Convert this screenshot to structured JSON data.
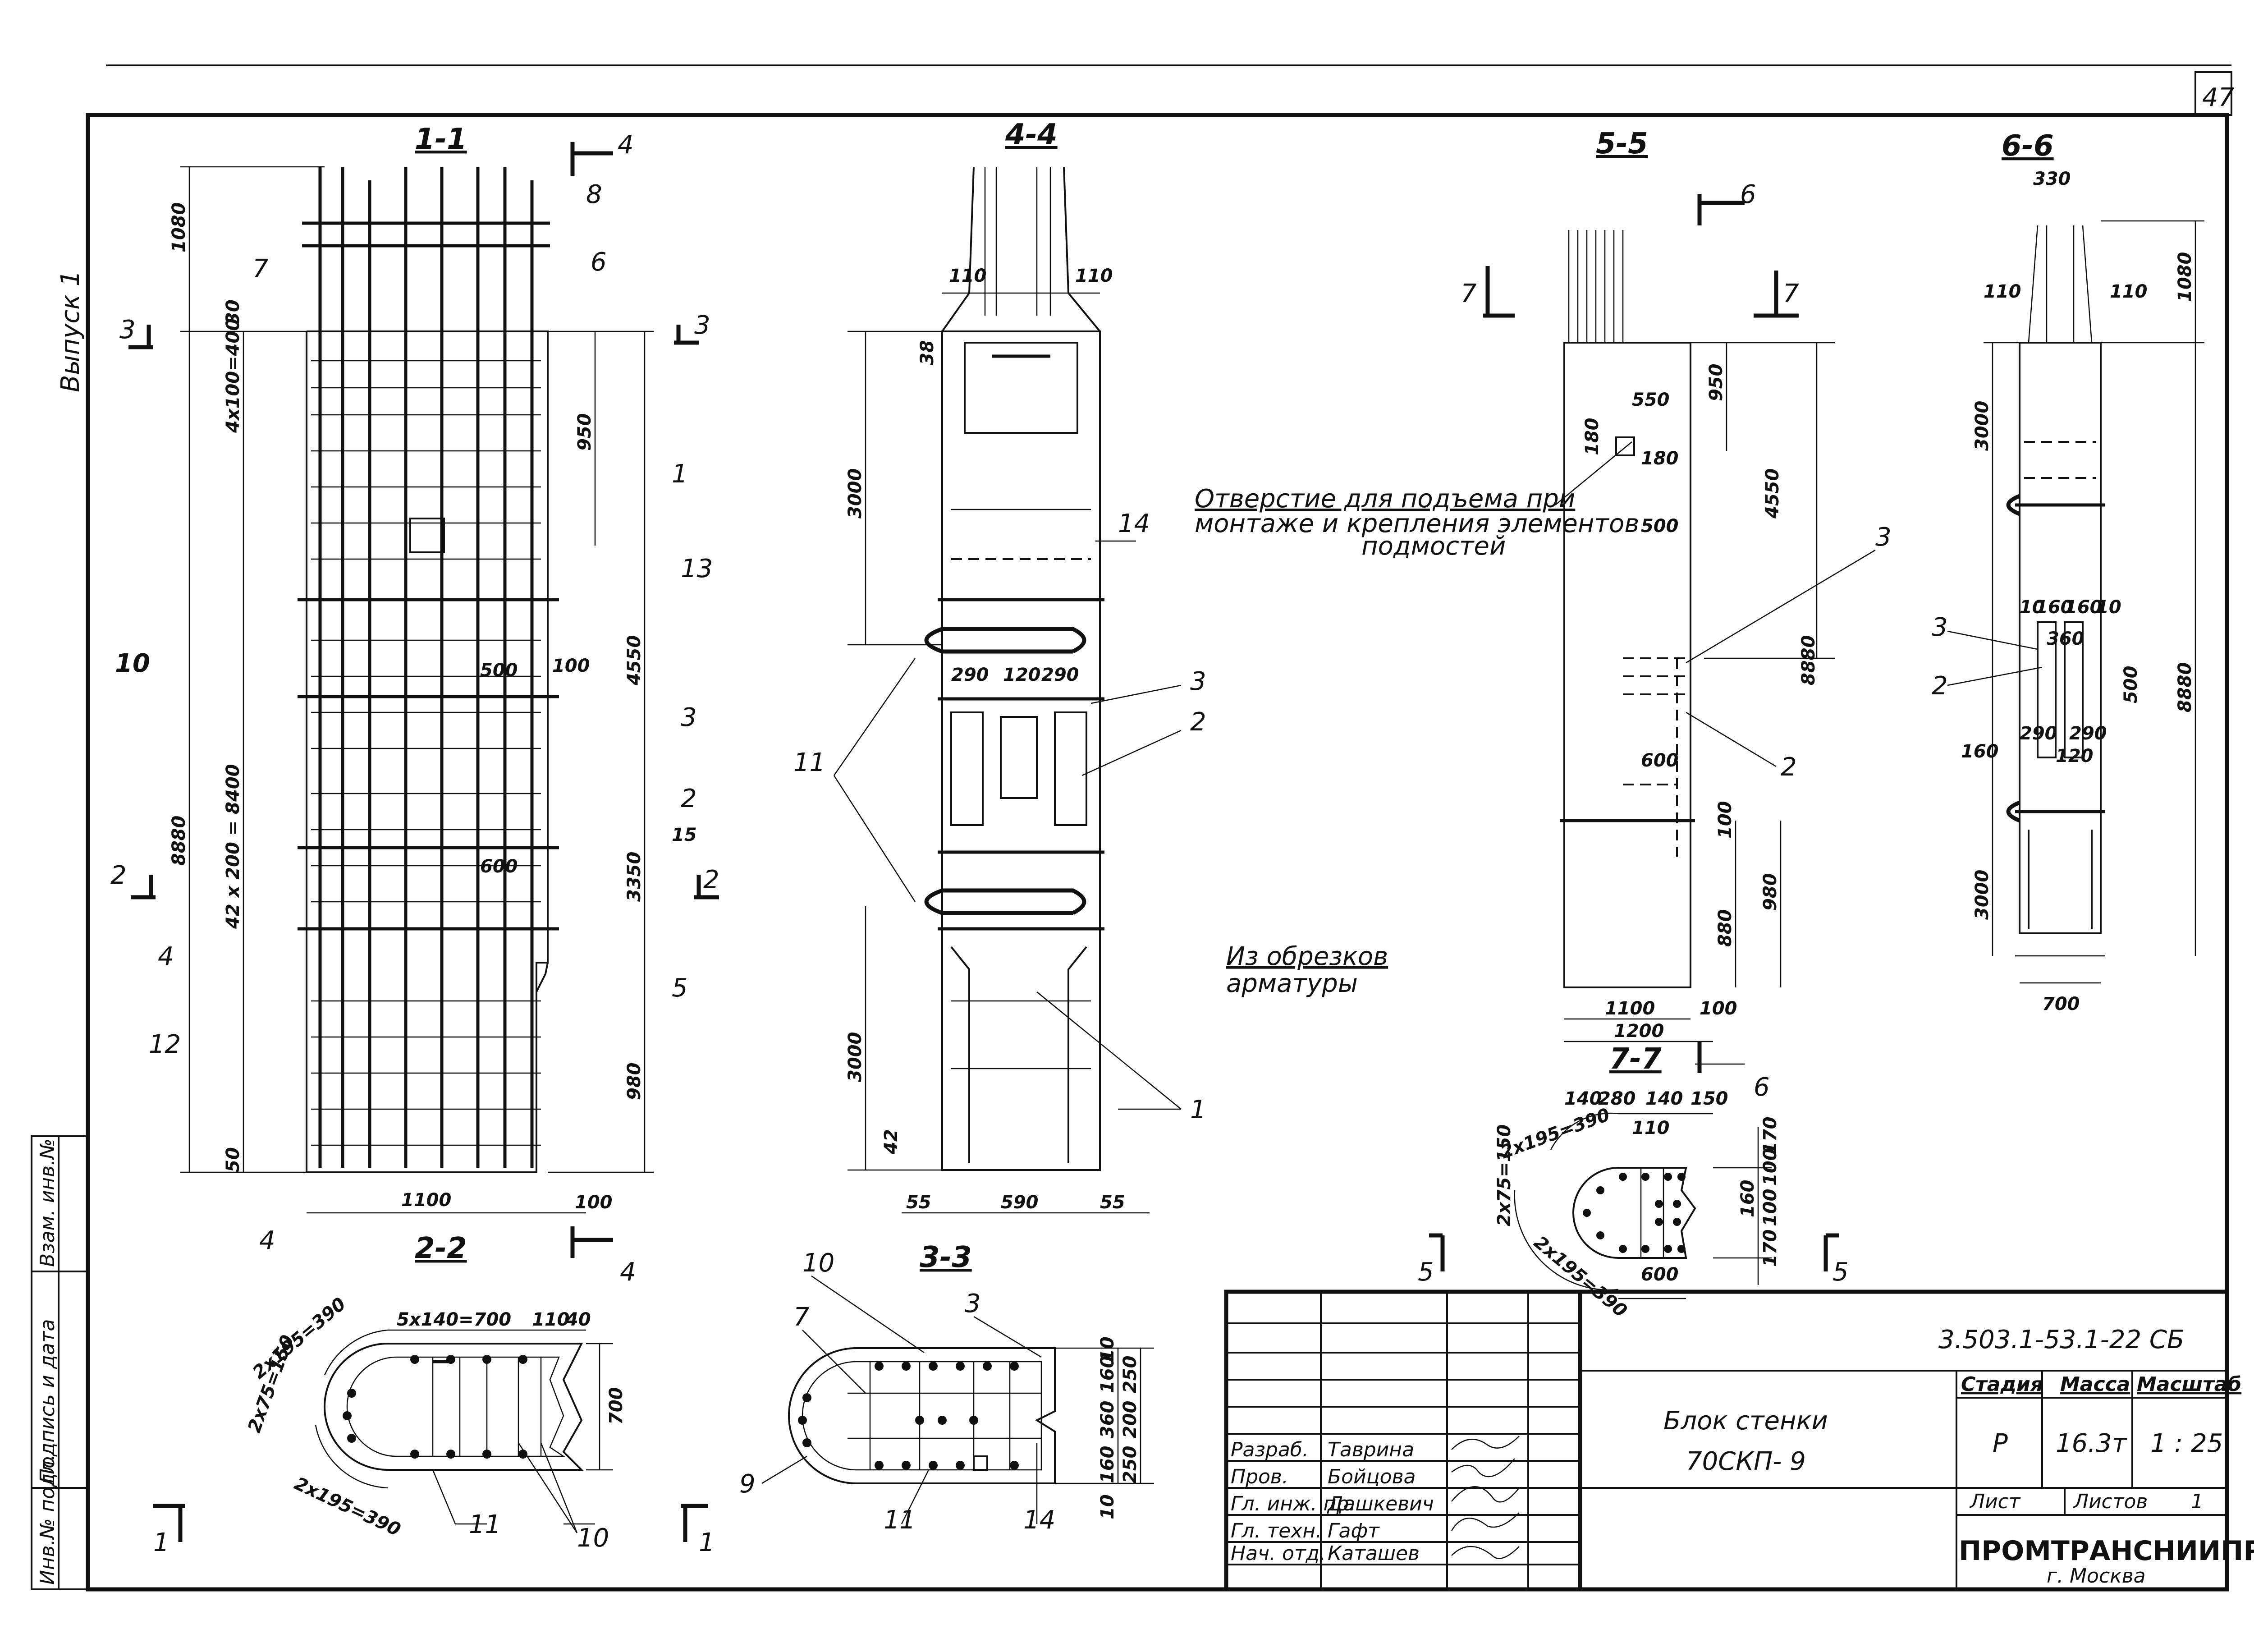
{
  "page_number": "47",
  "side_label": "Выпуск 1",
  "side_stamp": [
    "Инв.№ подл.",
    "Подпись и дата",
    "Взам. инв.№"
  ],
  "sections": {
    "s11": "1-1",
    "s44": "4-4",
    "s55": "5-5",
    "s66": "6-6",
    "s22": "2-2",
    "s33": "3-3",
    "s77": "7-7"
  },
  "view11": {
    "dims": [
      "1080",
      "30",
      "4x100=400",
      "950",
      "4550",
      "8880",
      "42 x 200 = 8400",
      "3350",
      "980",
      "50",
      "1100",
      "100",
      "500",
      "100",
      "600",
      "15"
    ],
    "callouts": [
      "7",
      "6",
      "8",
      "1",
      "13",
      "3",
      "2",
      "10",
      "4",
      "12",
      "5",
      "4"
    ],
    "cut_marks": [
      "3",
      "3",
      "2",
      "2",
      "4",
      "4"
    ]
  },
  "view44": {
    "dims": [
      "110",
      "110",
      "38",
      "3000",
      "290",
      "120",
      "290",
      "3000",
      "42",
      "55",
      "590",
      "55"
    ],
    "callouts": [
      "14",
      "3",
      "2",
      "11",
      "1"
    ]
  },
  "view55": {
    "note_hole": "Отверстие для подъема при монтаже и крепления элементов подмостей",
    "note_scrap": "Из обрезков арматуры",
    "dims": [
      "550",
      "950",
      "180",
      "180",
      "500",
      "4550",
      "8880",
      "600",
      "100",
      "880",
      "980",
      "1100",
      "100",
      "1200"
    ],
    "callouts": [
      "3",
      "2"
    ],
    "cut_marks": [
      "6",
      "7",
      "7",
      "6"
    ]
  },
  "view66": {
    "dims": [
      "330",
      "1080",
      "110",
      "110",
      "3000",
      "10",
      "160",
      "160",
      "10",
      "360",
      "500",
      "8880",
      "160",
      "290",
      "120",
      "290",
      "3000",
      "700"
    ],
    "callouts": [
      "3",
      "2"
    ]
  },
  "view22": {
    "dims": [
      "2x195=390",
      "5x140=700",
      "110",
      "40",
      "2x75=150",
      "700",
      "2x195=390"
    ],
    "callouts": [
      "11",
      "10"
    ],
    "cut_marks": [
      "1",
      "1"
    ]
  },
  "view33": {
    "dims": [
      "10",
      "160",
      "250",
      "360",
      "200",
      "250",
      "160",
      "10"
    ],
    "callouts": [
      "10",
      "3",
      "7",
      "9",
      "11",
      "14"
    ]
  },
  "view77": {
    "dims": [
      "2x195=390",
      "140",
      "280",
      "140",
      "150",
      "110",
      "170",
      "100",
      "160",
      "100",
      "170",
      "2x75=150",
      "2x195=390",
      "600"
    ],
    "cut_marks": [
      "5",
      "5"
    ]
  },
  "title_block": {
    "code": "3.503.1-53.1-22 СБ",
    "title_line1": "Блок стенки",
    "title_line2": "70СКП- 9",
    "stage_hdr": "Стадия",
    "mass_hdr": "Масса",
    "scale_hdr": "Масштаб",
    "stage": "Р",
    "mass": "16.3т",
    "scale": "1 : 25",
    "sheet_lbl": "Лист",
    "sheets_lbl": "Листов",
    "sheets_val": "1",
    "org": "ПРОМТРАНСНИИПРОЕКТ",
    "city": "г. Москва",
    "roles": [
      "Разраб.",
      "Пров.",
      "Гл. инж. пр.",
      "Гл. техн.",
      "Нач. отд."
    ],
    "names": [
      "Таврина",
      "Бойцова",
      "Дашкевич",
      "Гафт",
      "Каташев"
    ]
  }
}
